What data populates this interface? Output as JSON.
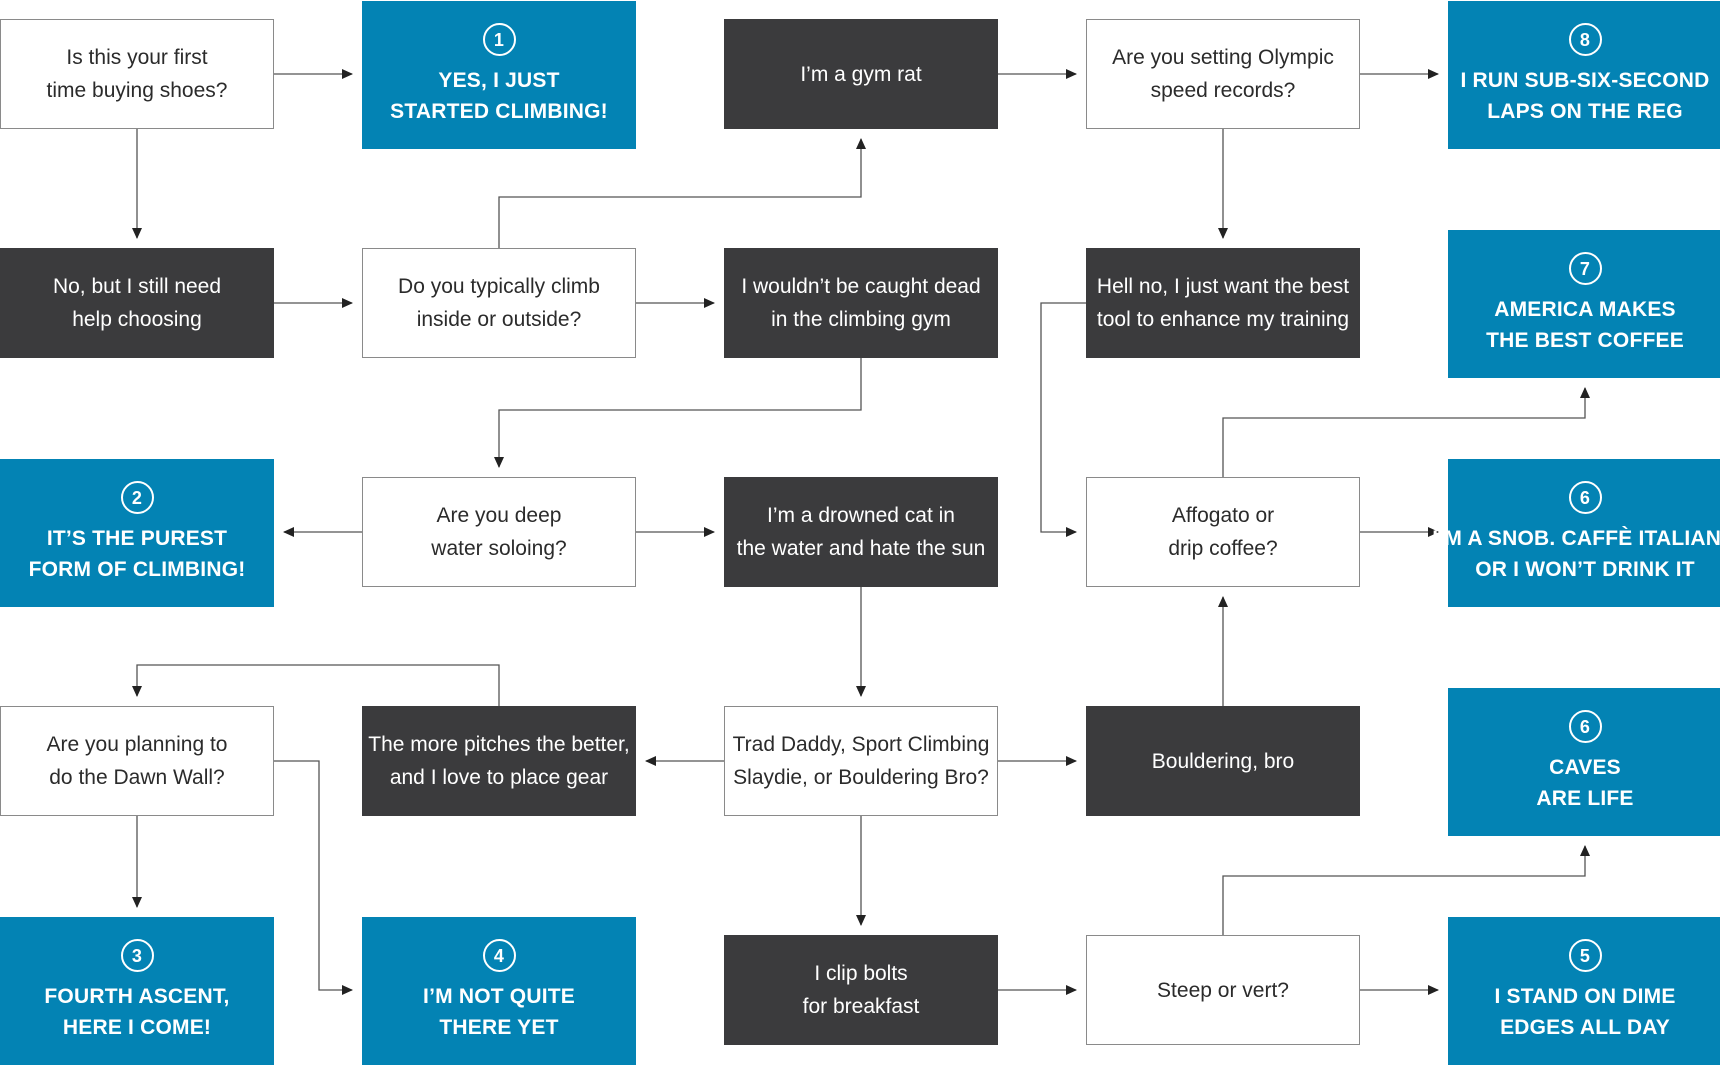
{
  "colors": {
    "question_fill": "#ffffff",
    "question_border": "#8a8a8a",
    "answer_fill": "#3b3b3d",
    "result_fill": "#0383b4",
    "arrow": "#222222"
  },
  "nodes": {
    "q_first_time": {
      "lines": [
        "Is this your first",
        "time buying shoes?"
      ]
    },
    "r1": {
      "number": "1",
      "lines": [
        "YES, I JUST",
        "STARTED CLIMBING!"
      ]
    },
    "a_gym_rat": {
      "lines": [
        "I’m a gym rat"
      ]
    },
    "q_olympic": {
      "lines": [
        "Are you setting Olympic",
        "speed records?"
      ]
    },
    "r8": {
      "number": "8",
      "lines": [
        "I RUN SUB-SIX-SECOND",
        "LAPS ON THE REG"
      ]
    },
    "a_need_help": {
      "lines": [
        "No, but I still need",
        "help choosing"
      ]
    },
    "q_inside_outside": {
      "lines": [
        "Do you typically climb",
        "inside or outside?"
      ]
    },
    "a_not_gym": {
      "lines": [
        "I wouldn’t be caught dead",
        "in the climbing gym"
      ]
    },
    "a_best_tool": {
      "lines": [
        "Hell no, I just want the best",
        "tool to enhance my training"
      ]
    },
    "r7": {
      "number": "7",
      "lines": [
        "AMERICA MAKES",
        "THE BEST COFFEE"
      ]
    },
    "r2": {
      "number": "2",
      "lines": [
        "IT’S THE PUREST",
        "FORM OF CLIMBING!"
      ]
    },
    "q_dws": {
      "lines": [
        "Are you deep",
        "water soloing?"
      ]
    },
    "a_drowned_cat": {
      "lines": [
        "I’m a drowned cat in",
        "the water and hate the sun"
      ]
    },
    "q_affogato": {
      "lines": [
        "Affogato or",
        "drip coffee?"
      ]
    },
    "r6a": {
      "number": "6",
      "lines": [
        "I’M A SNOB. CAFFÈ ITALIANO",
        "OR I WON’T DRINK IT"
      ]
    },
    "q_dawn_wall": {
      "lines": [
        "Are you planning to",
        "do the Dawn Wall?"
      ]
    },
    "a_more_pitches": {
      "lines": [
        "The more pitches the better,",
        "and I love to place gear"
      ]
    },
    "q_trad_sport": {
      "lines": [
        "Trad Daddy, Sport Climbing",
        "Slaydie, or Bouldering Bro?"
      ]
    },
    "a_bouldering": {
      "lines": [
        "Bouldering, bro"
      ]
    },
    "r6b": {
      "number": "6",
      "lines": [
        "CAVES",
        "ARE LIFE"
      ]
    },
    "r3": {
      "number": "3",
      "lines": [
        "FOURTH ASCENT,",
        "HERE I COME!"
      ]
    },
    "r4": {
      "number": "4",
      "lines": [
        "I’M NOT QUITE",
        "THERE YET"
      ]
    },
    "a_clip_bolts": {
      "lines": [
        "I clip bolts",
        "for breakfast"
      ]
    },
    "q_steep_vert": {
      "lines": [
        "Steep or vert?"
      ]
    },
    "r5": {
      "number": "5",
      "lines": [
        "I STAND ON DIME",
        "EDGES ALL DAY"
      ]
    }
  }
}
